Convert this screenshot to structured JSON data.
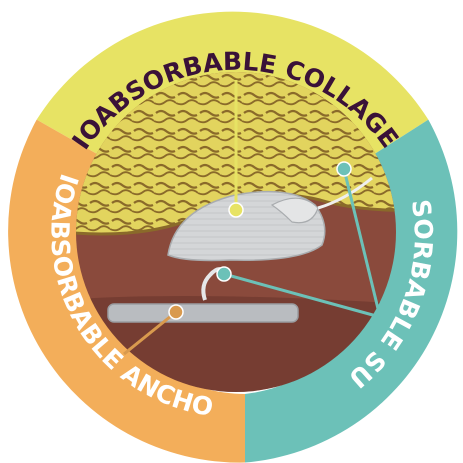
{
  "diagram": {
    "segments": [
      {
        "key": "collagen",
        "label": "BIOABSORBABLE COLLAGEN",
        "color": "#E7E364",
        "text_color": "#3a1238"
      },
      {
        "key": "suture",
        "label": "BIOABSORBABLE SUTURE",
        "color": "#6CC1B8",
        "text_color": "#ffffff"
      },
      {
        "key": "anchor",
        "label": "BIOABSORBABLE ANCHOR",
        "color": "#F3AE5A",
        "text_color": "#ffffff"
      }
    ],
    "pointer_colors": {
      "collagen": "#E7E364",
      "suture": "#6CC1B8",
      "anchor": "#D99A4E"
    },
    "tissue_colors": {
      "tendon": "#E2D45E",
      "tendon_shadow": "#8A6A2A",
      "bone": "#8A4A3C",
      "bone_dark": "#5E2E26",
      "implant": "#CFD1D3"
    }
  }
}
